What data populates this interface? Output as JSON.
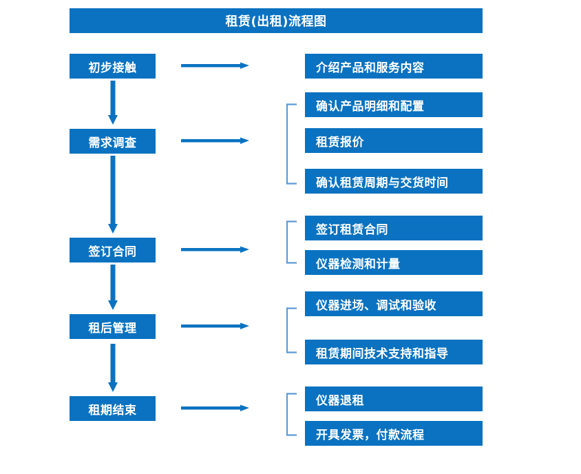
{
  "title": "租赁(出租)流程图",
  "colors": {
    "box_fill": "#0a72c0",
    "box_text": "#ffffff",
    "arrow": "#0a72c0",
    "bracket": "#5b9bd5",
    "background": "#ffffff"
  },
  "stages": [
    {
      "label": "初步接触"
    },
    {
      "label": "需求调查"
    },
    {
      "label": "签订合同"
    },
    {
      "label": "租后管理"
    },
    {
      "label": "租期结束"
    }
  ],
  "groups": [
    {
      "stage": "初步接触",
      "has_bracket": false,
      "items": [
        {
          "label": "介绍产品和服务内容"
        }
      ]
    },
    {
      "stage": "需求调查",
      "has_bracket": true,
      "items": [
        {
          "label": "确认产品明细和配置"
        },
        {
          "label": "租赁报价"
        },
        {
          "label": "确认租赁周期与交货时间"
        }
      ]
    },
    {
      "stage": "签订合同",
      "has_bracket": true,
      "items": [
        {
          "label": "签订租赁合同"
        },
        {
          "label": "仪器检测和计量"
        }
      ]
    },
    {
      "stage": "租后管理",
      "has_bracket": true,
      "items": [
        {
          "label": "仪器进场、调试和验收"
        },
        {
          "label": "租赁期间技术支持和指导"
        }
      ]
    },
    {
      "stage": "租期结束",
      "has_bracket": true,
      "items": [
        {
          "label": "仪器退租"
        },
        {
          "label": "开具发票，付款流程"
        }
      ]
    }
  ],
  "connectors": {
    "horizontal_arrow_count": 5,
    "vertical_arrow_count": 4
  }
}
